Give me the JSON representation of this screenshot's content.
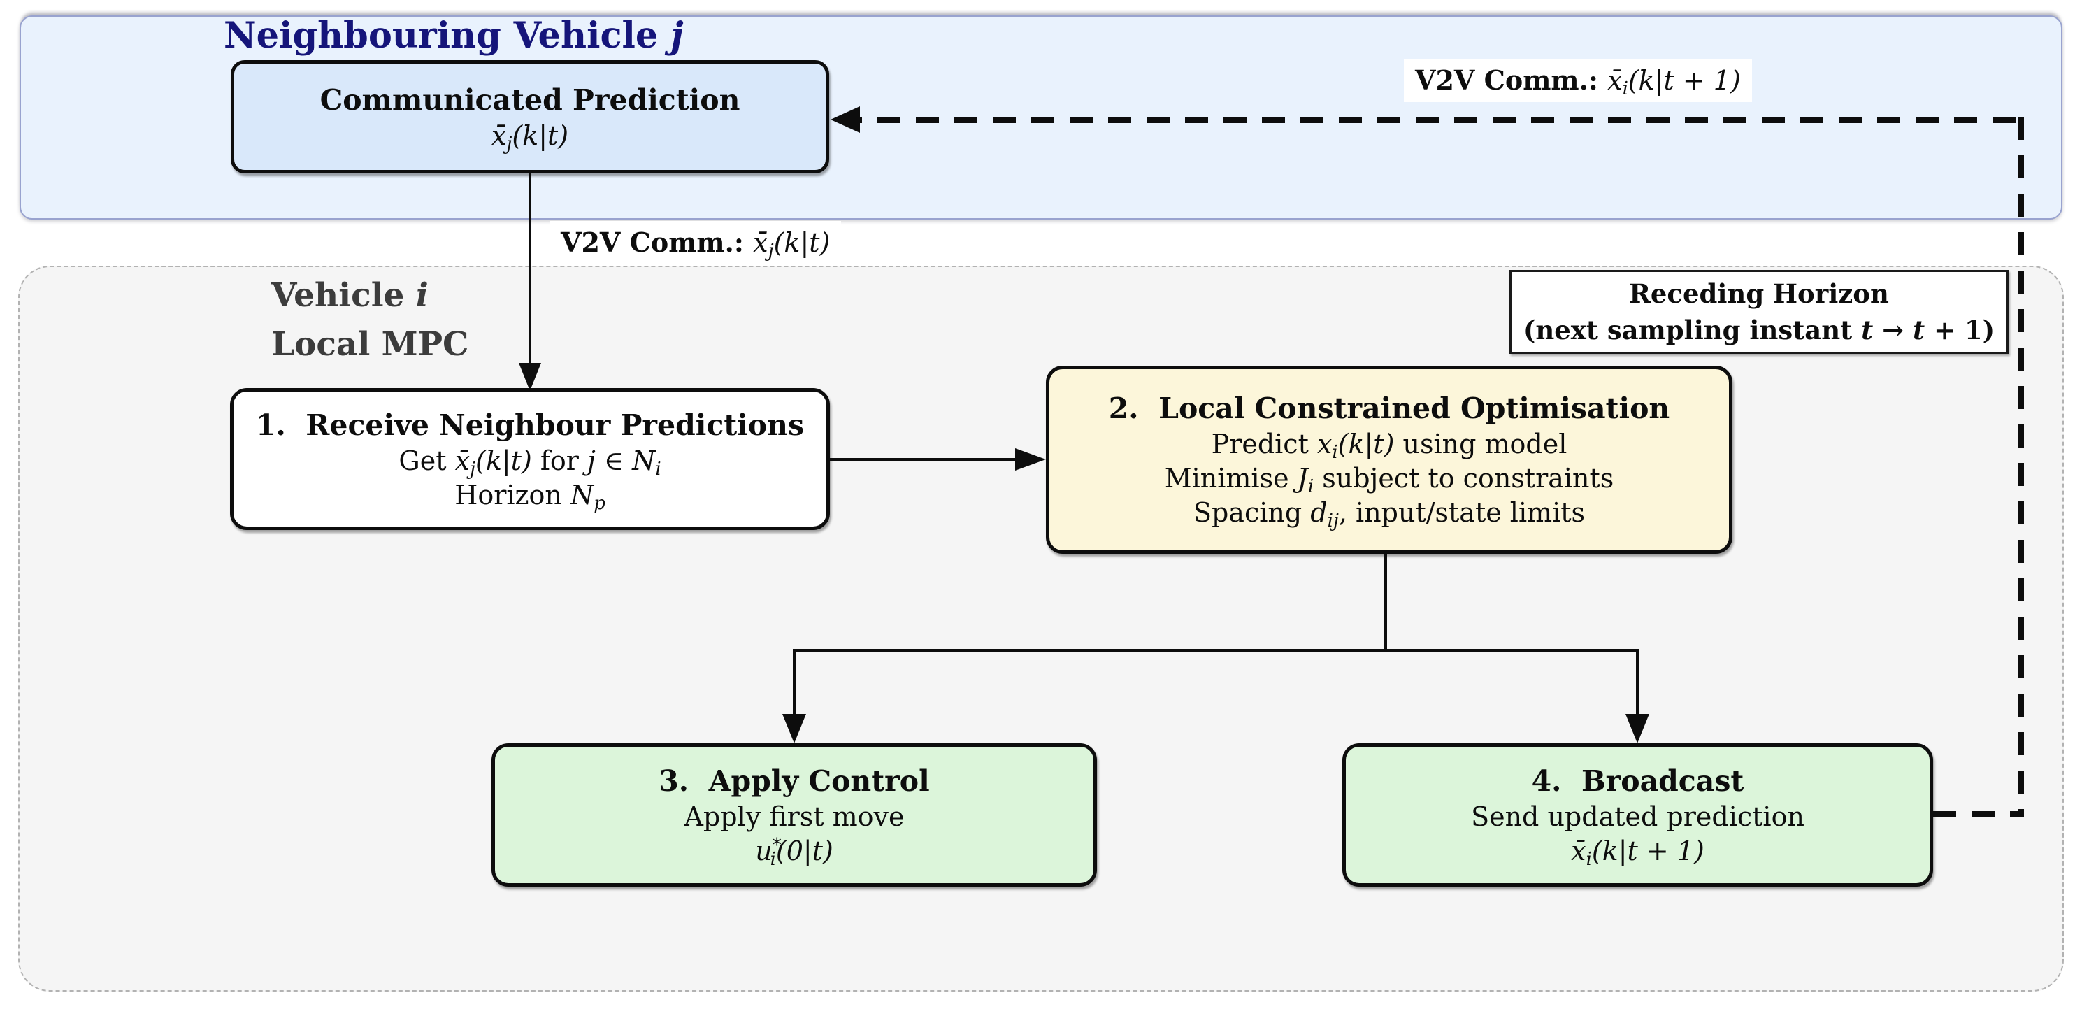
{
  "neighbour_region": {
    "title": [
      {
        "t": "Neighbouring Vehicle "
      },
      {
        "t": "j",
        "m": 1
      }
    ]
  },
  "vehicle_region": {
    "title_line1": [
      {
        "t": "Vehicle "
      },
      {
        "t": "i",
        "m": 1
      }
    ],
    "title_line2": [
      {
        "t": "Local MPC"
      }
    ]
  },
  "receding_note": {
    "line1": [
      {
        "t": "Receding Horizon"
      }
    ],
    "line2": [
      {
        "t": "(next sampling instant "
      },
      {
        "t": "t",
        "m": 1
      },
      {
        "t": " → "
      },
      {
        "t": "t",
        "m": 1
      },
      {
        "t": " + 1)"
      }
    ]
  },
  "labels": {
    "v2v_top": [
      {
        "t": "V2V Comm.: ",
        "b": 1
      },
      {
        "t": "x̄",
        "m": 1
      },
      {
        "t": "i",
        "m": 1,
        "s": 1
      },
      {
        "t": "(k|t + 1)",
        "m": 1
      }
    ],
    "v2v_mid": [
      {
        "t": "V2V Comm.: ",
        "b": 1
      },
      {
        "t": "x̄",
        "m": 1
      },
      {
        "t": "j",
        "m": 1,
        "s": 1
      },
      {
        "t": "(k|t)",
        "m": 1
      }
    ]
  },
  "boxes": {
    "comm_pred": {
      "title": "Communicated Prediction",
      "formula": [
        {
          "t": "x̄",
          "m": 1
        },
        {
          "t": "j",
          "m": 1,
          "s": 1
        },
        {
          "t": "(k|t)",
          "m": 1
        }
      ]
    },
    "step1": {
      "title": "1.  Receive Neighbour Predictions",
      "line1": [
        {
          "t": "Get "
        },
        {
          "t": "x̄",
          "m": 1
        },
        {
          "t": "j",
          "m": 1,
          "s": 1
        },
        {
          "t": "(k|t)",
          "m": 1
        },
        {
          "t": " for "
        },
        {
          "t": "j ∈ N",
          "m": 1
        },
        {
          "t": "i",
          "m": 1,
          "s": 1
        }
      ],
      "line2": [
        {
          "t": "Horizon "
        },
        {
          "t": "N",
          "m": 1
        },
        {
          "t": "p",
          "m": 1,
          "s": 1
        }
      ]
    },
    "step2": {
      "title": "2.  Local Constrained Optimisation",
      "line1": [
        {
          "t": "Predict "
        },
        {
          "t": "x",
          "m": 1
        },
        {
          "t": "i",
          "m": 1,
          "s": 1
        },
        {
          "t": "(k|t)",
          "m": 1
        },
        {
          "t": " using model"
        }
      ],
      "line2": [
        {
          "t": "Minimise "
        },
        {
          "t": "J",
          "m": 1
        },
        {
          "t": "i",
          "m": 1,
          "s": 1
        },
        {
          "t": " subject to constraints"
        }
      ],
      "line3": [
        {
          "t": "Spacing "
        },
        {
          "t": "d",
          "m": 1
        },
        {
          "t": "ij",
          "m": 1,
          "s": 1
        },
        {
          "t": ", input/state limits"
        }
      ]
    },
    "step3": {
      "title": "3.  Apply Control",
      "line1": [
        {
          "t": "Apply first move"
        }
      ],
      "line2": [
        {
          "t": "u",
          "m": 1
        },
        {
          "t": "*",
          "m": 1,
          "p": 1
        },
        {
          "t": "i",
          "m": 1,
          "s": 1
        },
        {
          "t": "(0|t)",
          "m": 1
        }
      ]
    },
    "step4": {
      "title": "4.  Broadcast",
      "line1": [
        {
          "t": "Send updated prediction"
        }
      ],
      "line2": [
        {
          "t": "x̄",
          "m": 1
        },
        {
          "t": "i",
          "m": 1,
          "s": 1
        },
        {
          "t": "(k|t + 1)",
          "m": 1
        }
      ]
    }
  },
  "colors": {
    "neighbour_region_fill": "#e9f2fd",
    "vehicle_region_fill": "#f5f5f5",
    "comm_pred_fill": "#d9e8fa",
    "step1_fill": "#ffffff",
    "step2_fill": "#fcf6da",
    "step3_fill": "#dcf5da",
    "step4_fill": "#dcf5da",
    "neighbour_title_color": "#15157a",
    "line_color": "#0d0d0d"
  }
}
